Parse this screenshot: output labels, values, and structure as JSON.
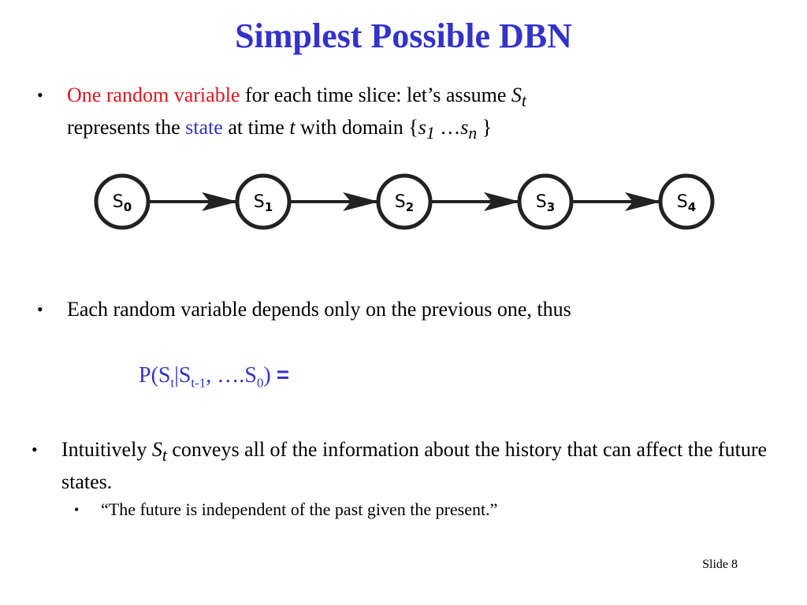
{
  "slide": {
    "title": "Simplest Possible DBN",
    "number_label": "Slide 8"
  },
  "bullet1": {
    "highlight": "One random variable",
    "text1": " for each time slice",
    "text2": ": let’s assume ",
    "var_S": "S",
    "var_t": "t",
    "text3": "represents the ",
    "state": "state",
    "text4": " at time ",
    "time_t": "t",
    "text5": "  with domain {",
    "s1": "s",
    "s1_sub": "1",
    "dots": " …",
    "sn": "s",
    "sn_sub": "n",
    "close": " }"
  },
  "diagram": {
    "nodes": [
      {
        "base": "S",
        "sub": "0"
      },
      {
        "base": "S",
        "sub": "1"
      },
      {
        "base": "S",
        "sub": "2"
      },
      {
        "base": "S",
        "sub": "3"
      },
      {
        "base": "S",
        "sub": "4"
      }
    ]
  },
  "bullet2": {
    "text": "Each random variable depends only on the previous one, thus"
  },
  "formula": {
    "p_open": "P(S",
    "sub_t": "t",
    "bar": "|S",
    "sub_t1": "t-1",
    "mid": ", ….S",
    "sub_0": "0",
    "close": ") ",
    "eq": "="
  },
  "bullet3": {
    "text1": "Intuitively ",
    "var_S": "S",
    "var_t": "t",
    "text2": "  conveys all of the information about the history that can affect the future states."
  },
  "subbullet": {
    "text": "“The future is independent of the past given the present.”"
  },
  "colors": {
    "title": "#3333cc",
    "highlight": "#e8141e",
    "accent": "#3333cc"
  }
}
